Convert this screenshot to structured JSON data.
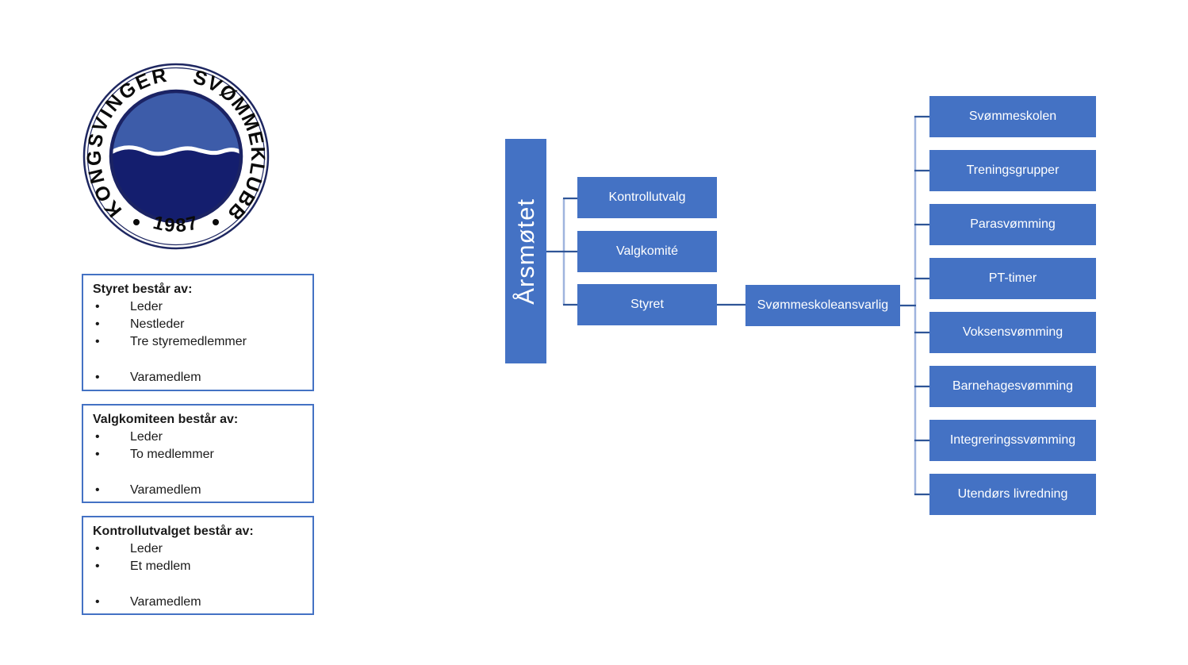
{
  "logo": {
    "arc_left": "KONGSVINGER",
    "arc_right": "SVØMMEKLUBB",
    "year": "1987",
    "colors": {
      "upper_water": "#3d5ca9",
      "lower_water": "#141e6e",
      "ring": "#1b2364",
      "text": "#0a0a0a"
    }
  },
  "info_boxes": [
    {
      "title": "Styret består av:",
      "items": [
        "Leder",
        "Nestleder",
        "Tre styremedlemmer"
      ],
      "spaced_item": "Varamedlem"
    },
    {
      "title": "Valgkomiteen består av:",
      "items": [
        "Leder",
        "To medlemmer"
      ],
      "spaced_item": "Varamedlem"
    },
    {
      "title": "Kontrollutvalget består av:",
      "items": [
        "Leder",
        "Et medlem"
      ],
      "spaced_item": "Varamedlem"
    }
  ],
  "org_chart": {
    "root_label": "Årsmøtet",
    "committees": [
      {
        "label": "Kontrollutvalg"
      },
      {
        "label": "Valgkomité"
      },
      {
        "label": "Styret"
      }
    ],
    "manager_label": "Svømmeskoleansvarlig",
    "programs": [
      {
        "label": "Svømmeskolen"
      },
      {
        "label": "Treningsgrupper"
      },
      {
        "label": "Parasvømming"
      },
      {
        "label": "PT-timer"
      },
      {
        "label": "Voksensvømming"
      },
      {
        "label": "Barnehagesvømming"
      },
      {
        "label": "Integreringssvømming"
      },
      {
        "label": "Utendørs livredning"
      }
    ],
    "colors": {
      "node_fill": "#4472c4",
      "node_text": "#ffffff",
      "connector_dark": "#2f5597",
      "connector_light": "#9fb4de",
      "info_border": "#4472c4"
    }
  }
}
